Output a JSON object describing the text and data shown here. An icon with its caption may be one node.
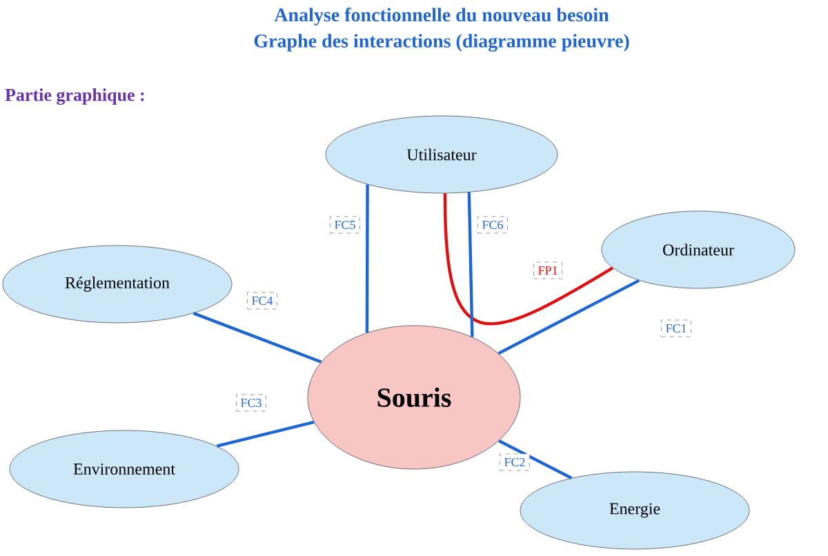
{
  "diagram": {
    "title": "Analyse fonctionnelle du nouveau besoin",
    "nodes": [
      {
        "text": [
          "Utilisateur"
        ]
      },
      {
        "text": [
          "Ordinateur"
        ]
      },
      {
        "text": [
          "Réglementation"
        ]
      },
      {
        "text": [
          "Souris"
        ]
      },
      {
        "text": [
          "Environnement"
        ]
      },
      {
        "text": [
          "Energie"
        ]
      }
    ],
    "edges": [
      {
        "from": 0,
        "to": 1,
        "arrow": "none",
        "label": "FP1",
        "color": "#dd1111"
      },
      {
        "from": 3,
        "to": 1,
        "arrow": "none",
        "label": "FC1"
      },
      {
        "from": 3,
        "to": 5,
        "arrow": "none",
        "label": "FC2"
      },
      {
        "from": 3,
        "to": 4,
        "arrow": "none",
        "label": "FC3"
      },
      {
        "from": 3,
        "to": 2,
        "arrow": "none",
        "label": "FC4"
      },
      {
        "from": 0,
        "to": 3,
        "arrow": "none",
        "label": "FC5"
      },
      {
        "from": 0,
        "to": 3,
        "arrow": "none",
        "label": "FC6"
      }
    ],
    "labels": [
      "Graphe des interactions (diagramme pieuvre)",
      "Partie graphique :"
    ]
  }
}
